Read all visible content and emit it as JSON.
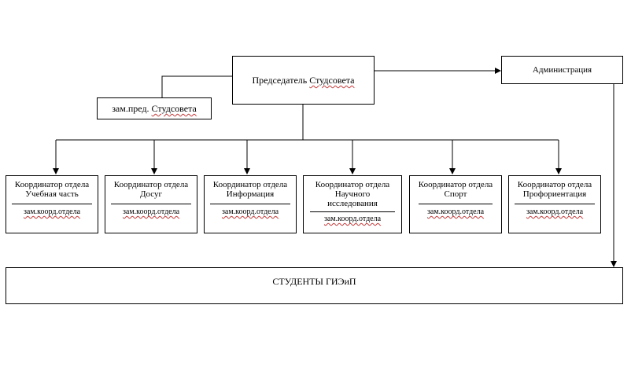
{
  "chairman": {
    "title_prefix": "Председатель",
    "title_main": "Студсовета"
  },
  "deputy": {
    "label_prefix": "зам.пред.",
    "label_main": "Студсовета"
  },
  "administration": {
    "label": "Администрация"
  },
  "departments": [
    {
      "title_1": "Координатор отдела",
      "title_2": "Учебная часть",
      "title_3": "",
      "deputy": "зам.коорд.отдела"
    },
    {
      "title_1": "Координатор отдела",
      "title_2": "Досуг",
      "title_3": "",
      "deputy": "зам.коорд.отдела"
    },
    {
      "title_1": "Координатор отдела",
      "title_2": "Информация",
      "title_3": "",
      "deputy": "зам.коорд.отдела"
    },
    {
      "title_1": "Координатор отдела",
      "title_2": "Научного",
      "title_3": "исследования",
      "deputy": "зам.коорд.отдела"
    },
    {
      "title_1": "Координатор отдела",
      "title_2": "Спорт",
      "title_3": "",
      "deputy": "зам.коорд.отдела"
    },
    {
      "title_1": "Координатор отдела",
      "title_2": "Профориентация",
      "title_3": "",
      "deputy": "зам.коорд.отдела"
    }
  ],
  "students": {
    "label": "СТУДЕНТЫ ГИЭиП"
  }
}
